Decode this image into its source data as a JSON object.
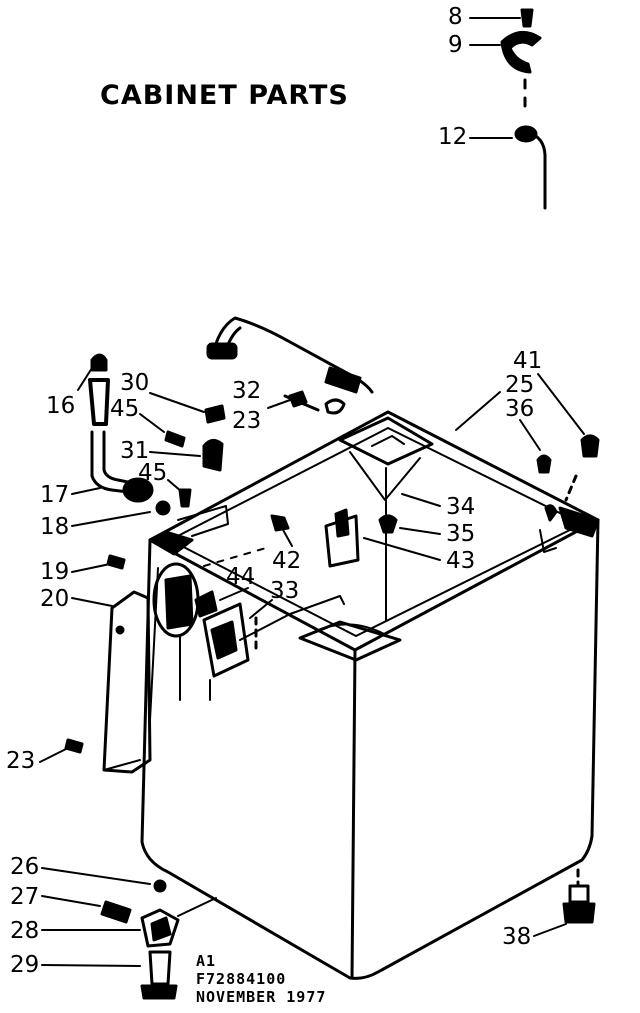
{
  "title": "CABINET PARTS",
  "callouts": {
    "p8": "8",
    "p9": "9",
    "p12": "12",
    "p16": "16",
    "p17": "17",
    "p18": "18",
    "p19": "19",
    "p20": "20",
    "p23a": "23",
    "p23b": "23",
    "p26": "26",
    "p27": "27",
    "p28": "28",
    "p29": "29",
    "p30": "30",
    "p31": "31",
    "p32": "32",
    "p33": "33",
    "p34": "34",
    "p35": "35",
    "p36": "36",
    "p38": "38",
    "p25": "25",
    "p41": "41",
    "p42": "42",
    "p43": "43",
    "p44": "44",
    "p45a": "45",
    "p45b": "45"
  },
  "footer": {
    "line1": "A1",
    "line2": "F72884100",
    "line3": "NOVEMBER 1977"
  }
}
